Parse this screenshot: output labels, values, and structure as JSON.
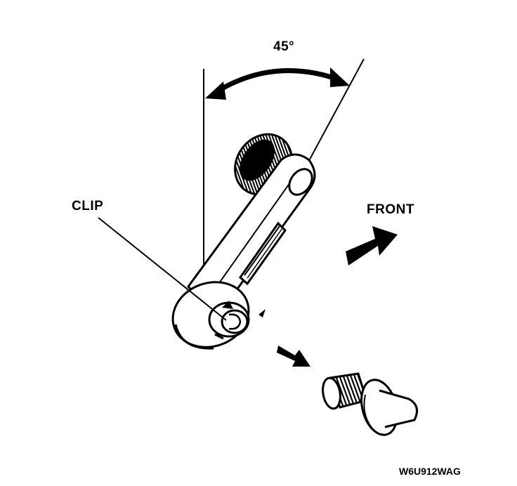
{
  "labels": {
    "angle": "45°",
    "clip": "CLIP",
    "front": "FRONT",
    "figure_code": "W6U912WAG"
  },
  "colors": {
    "ink": "#000000",
    "paper": "#ffffff",
    "shade": "#b8b8b8"
  }
}
